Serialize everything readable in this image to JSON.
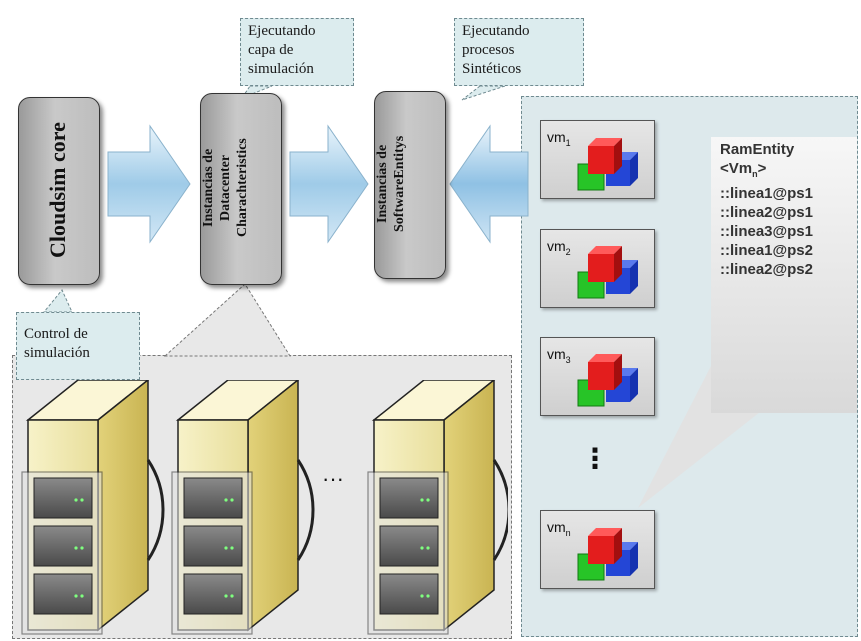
{
  "cloudsim_core": {
    "label": "Cloudsim core"
  },
  "datacenter_box": {
    "line1": "Instancias de",
    "line2": "Datacenter",
    "line3": "Charachteristics"
  },
  "software_box": {
    "line1": "Instancias de",
    "line2": "SoftwareEntitys"
  },
  "callout_capa": {
    "line1": "Ejecutando",
    "line2": "capa de",
    "line3": "simulación"
  },
  "callout_procesos": {
    "line1": "Ejecutando",
    "line2": "procesos",
    "line3": "Sintéticos"
  },
  "callout_control": {
    "line1": "Control de",
    "line2": "simulación"
  },
  "vms": [
    {
      "base": "vm",
      "sub": "1"
    },
    {
      "base": "vm",
      "sub": "2"
    },
    {
      "base": "vm",
      "sub": "3"
    },
    {
      "base": "vm",
      "sub": "n"
    }
  ],
  "vm_ellipsis": "⋮",
  "server_ellipsis": "···",
  "ram_entity": {
    "title": "RamEntity",
    "vm_prefix": "<Vm",
    "vm_sub": "n",
    "vm_suffix": ">",
    "lines": [
      "::linea1@ps1",
      "::linea2@ps1",
      "::linea3@ps1",
      "::linea1@ps2",
      "::linea2@ps2"
    ]
  },
  "colors": {
    "callout_bg": "#dcecee",
    "panel_bg": "#dde9ec",
    "arrow": "#9cc9e6",
    "cube_red": "#e31d1d",
    "cube_green": "#27c427",
    "cube_blue": "#2446d6"
  }
}
